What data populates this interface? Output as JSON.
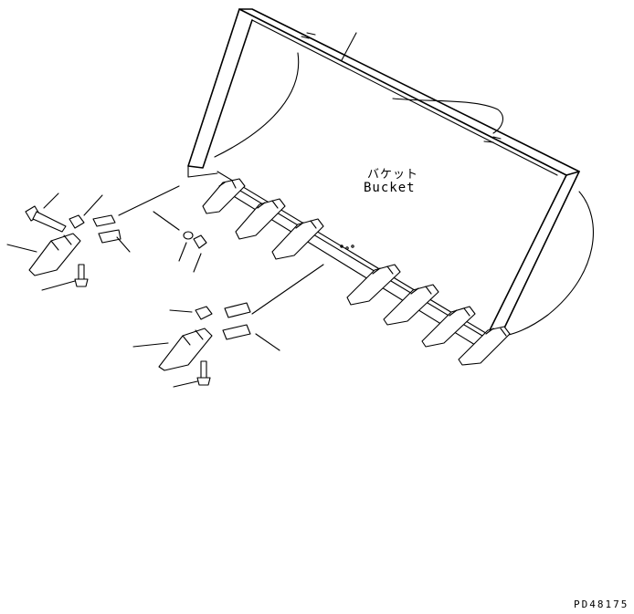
{
  "diagram": {
    "label_jp": "バケット",
    "label_en": "Bucket",
    "drawing_code": "PD48175"
  },
  "colors": {
    "line": "#000000",
    "background": "#ffffff"
  }
}
